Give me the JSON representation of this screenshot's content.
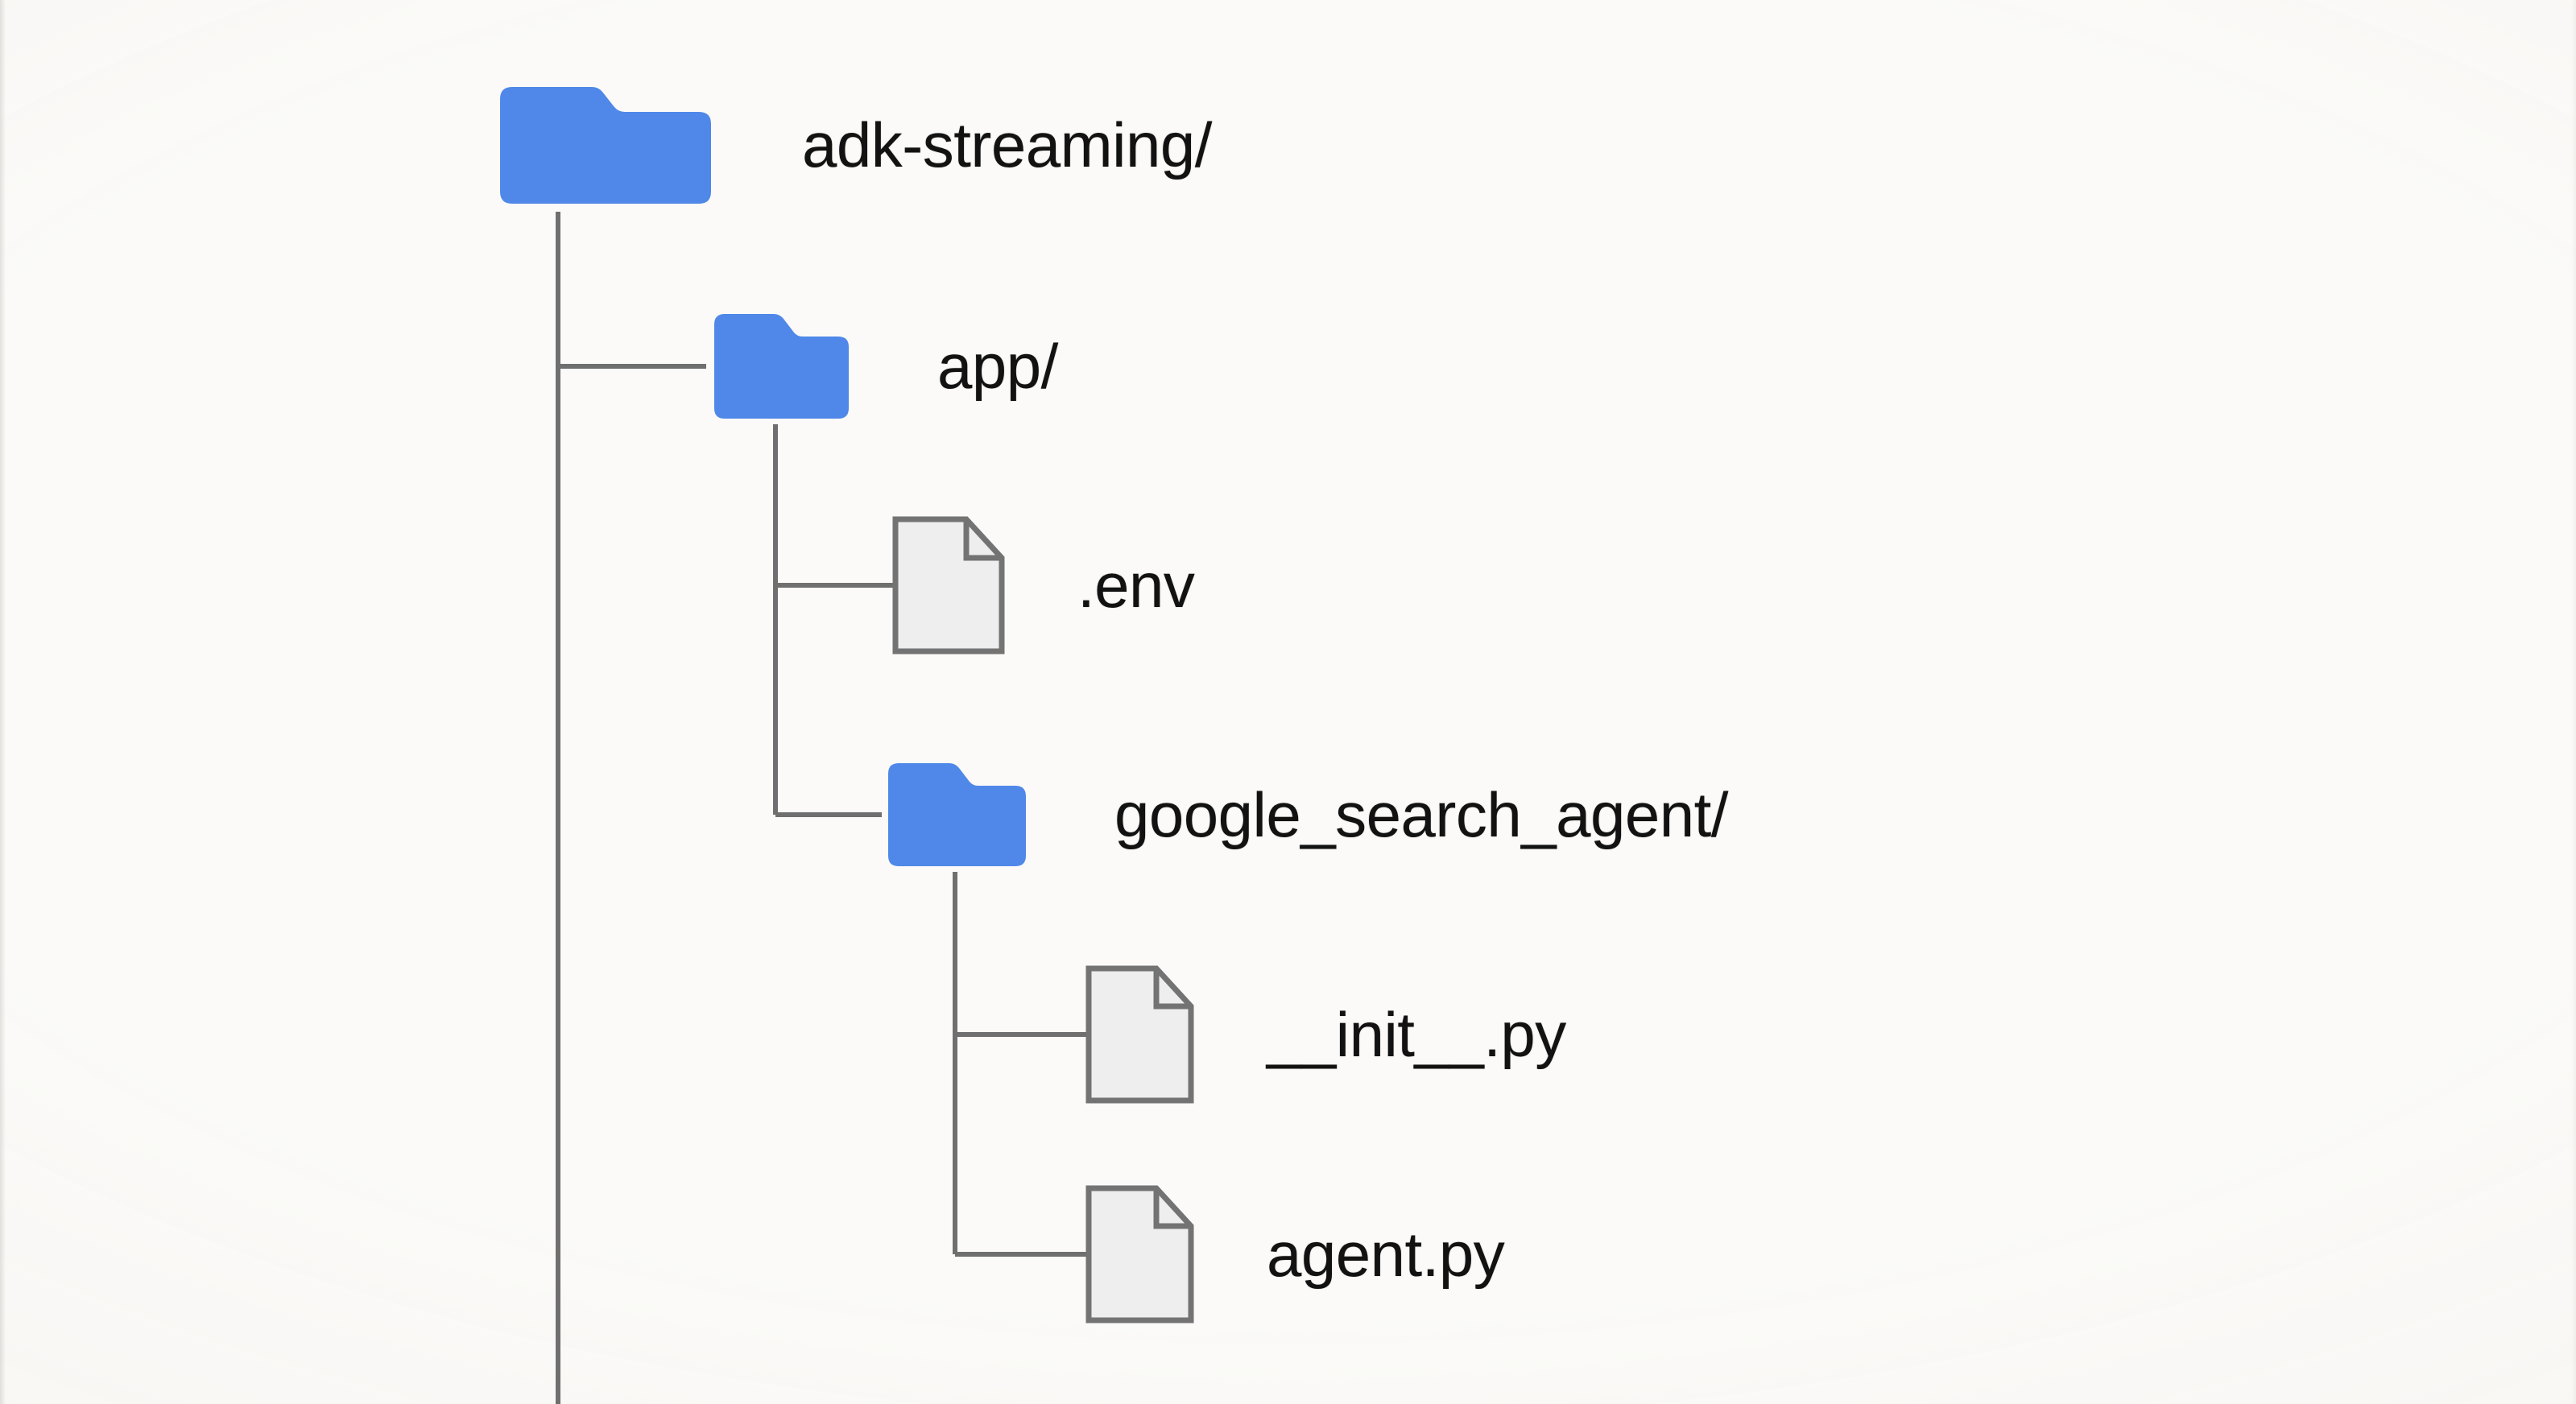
{
  "diagram": {
    "type": "directory-tree",
    "title_node": "adk-streaming/",
    "background_color": "#fbfaf8",
    "folder_color": "#4f88e8",
    "file_fill_color": "#eeeeee",
    "line_color": "#6f6f6f",
    "text_color": "#121212"
  },
  "tree": {
    "root": {
      "name": "adk-streaming/",
      "icon": "folder-icon",
      "depth": 0
    },
    "nodes": [
      {
        "name": "app/",
        "icon": "folder-icon",
        "depth": 1,
        "kind": "folder"
      },
      {
        "name": ".env",
        "icon": "file-icon",
        "depth": 2,
        "kind": "file"
      },
      {
        "name": "google_search_agent/",
        "icon": "folder-icon",
        "depth": 2,
        "kind": "folder"
      },
      {
        "name": "__init__.py",
        "icon": "file-icon",
        "depth": 3,
        "kind": "file"
      },
      {
        "name": "agent.py",
        "icon": "file-icon",
        "depth": 3,
        "kind": "file"
      }
    ]
  }
}
